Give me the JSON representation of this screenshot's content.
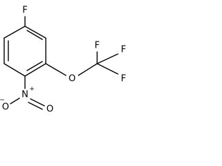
{
  "molecule": {
    "atoms": {
      "f_ring": "F",
      "o_ether": "O",
      "f_cf3_top": "F",
      "f_cf3_right": "F",
      "f_cf3_bottom": "F",
      "n_nitro": "N",
      "o_nitro_left": "O",
      "o_nitro_bottom": "O"
    },
    "charges": {
      "n_nitro": "+",
      "o_nitro_left": "−"
    }
  }
}
